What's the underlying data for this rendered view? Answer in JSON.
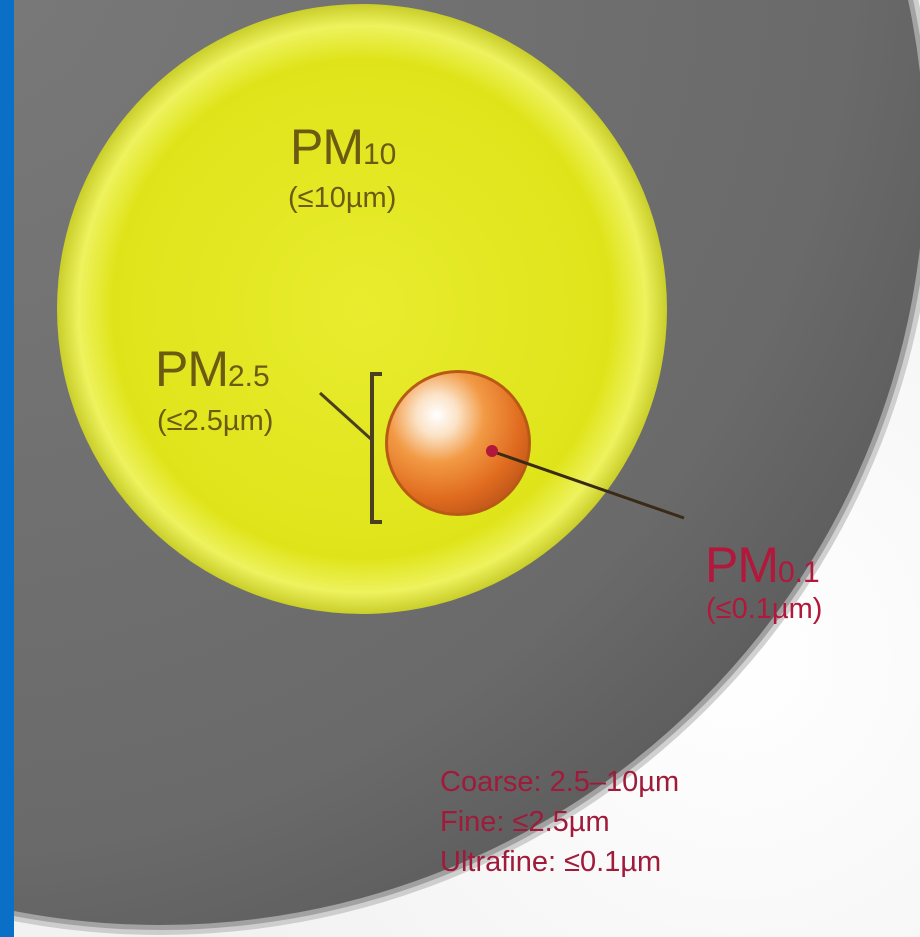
{
  "particles": {
    "pm10": {
      "main": "PM",
      "sub": "10",
      "range": "(≤10µm)"
    },
    "pm25": {
      "main": "PM",
      "sub": "2.5",
      "range": "(≤2.5µm)"
    },
    "pm01": {
      "main": "PM",
      "sub": "0.1",
      "range": "(≤0.1µm)"
    }
  },
  "legend": {
    "coarse": "Coarse: 2.5–10µm",
    "fine": "Fine: ≤2.5µm",
    "ultrafine": "Ultrafine: ≤0.1µm"
  },
  "colors": {
    "edge_bar": "#0a6fc7",
    "grey_disc": "#6e6e6e",
    "pm10_yellow": "#e6ea1c",
    "pm25_orange": "#e67a25",
    "pm01_red": "#b2183c"
  }
}
